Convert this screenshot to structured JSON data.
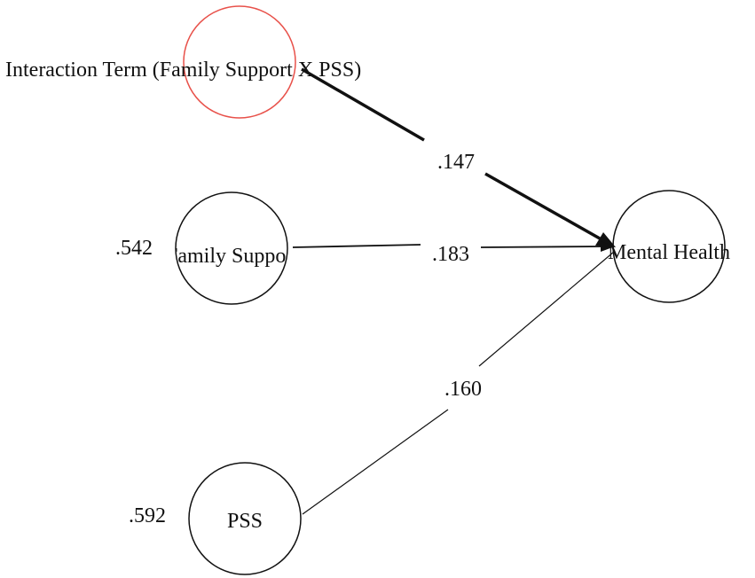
{
  "colors": {
    "stroke": "#111111",
    "highlight_node": "#e8514a",
    "background": "#ffffff"
  },
  "nodes": {
    "interaction": {
      "label": "Interaction Term (Family Support X PSS)"
    },
    "family_support": {
      "label": "Family Support",
      "error_value": ".542"
    },
    "pss": {
      "label": "PSS",
      "error_value": ".592"
    },
    "mental_health": {
      "label": "Mental Health"
    }
  },
  "paths": [
    {
      "from": "Interaction Term (Family Support X PSS)",
      "to": "Mental Health",
      "coefficient": ".147"
    },
    {
      "from": "Family Support",
      "to": "Mental Health",
      "coefficient": ".183"
    },
    {
      "from": "PSS",
      "to": "Mental Health",
      "coefficient": ".160"
    }
  ]
}
